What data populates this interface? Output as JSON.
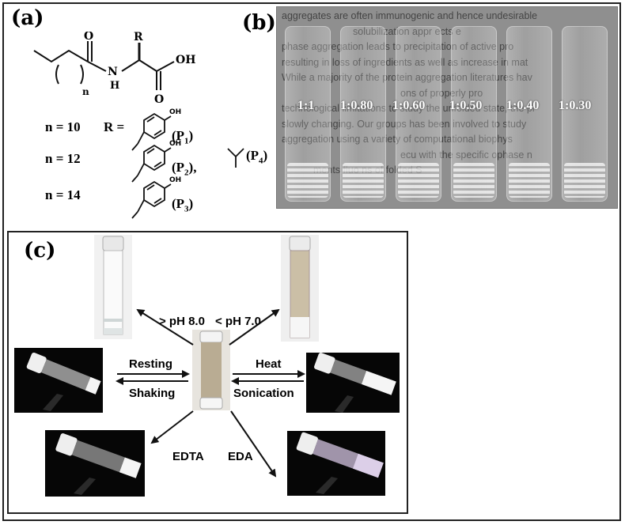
{
  "panel_a": {
    "label": "(a)",
    "structure": {
      "atom_o_top": "O",
      "atom_r": "R",
      "atom_oh": "OH",
      "atom_o_bottom": "O",
      "atom_n": "N",
      "atom_h": "H",
      "subscript_n": "n"
    },
    "variants": [
      {
        "n_label": "n = 10",
        "r_label": "R =",
        "phenol_oh": "OH",
        "p_label": "(P",
        "p_sub": "1",
        "p_close": ")"
      },
      {
        "n_label": "n = 12",
        "phenol_oh": "OH",
        "p_label": "(P",
        "p_sub": "2",
        "p_close": "),",
        "p4_label": "(P",
        "p4_sub": "4",
        "p4_close": ")"
      },
      {
        "n_label": "n = 14",
        "phenol_oh": "OH",
        "p_label": "(P",
        "p_sub": "3",
        "p_close": ")"
      }
    ]
  },
  "panel_b": {
    "label": "(b)",
    "ratios": [
      "1:1",
      "1:0.80",
      "1:0.60",
      "1:0.50",
      "1:0.40",
      "1:0.30"
    ],
    "background_text": [
      "aggregates are often immunogenic and hence undesirable",
      "solubilization appr ects e",
      "phase aggregation leads to precipitation of active pro",
      "resulting in loss of ingredients as well as increase in mat",
      "While a majority of the protein aggregation literatures hav",
      "ons of properly pro",
      "technological limitations to study the unfolded state, the pi",
      "slowly changing. Our groups has been involved to study",
      "aggregation using a variety of computational biophys",
      "ecu with the specific ophase n",
      "ments fluo ns of folded S"
    ]
  },
  "panel_c": {
    "label": "(c)",
    "labels": {
      "ph_high": "> pH 8.0",
      "ph_low": "< pH 7.0",
      "resting": "Resting",
      "shaking": "Shaking",
      "heat": "Heat",
      "sonication": "Sonication",
      "edta": "EDTA",
      "eda": "EDA"
    }
  }
}
